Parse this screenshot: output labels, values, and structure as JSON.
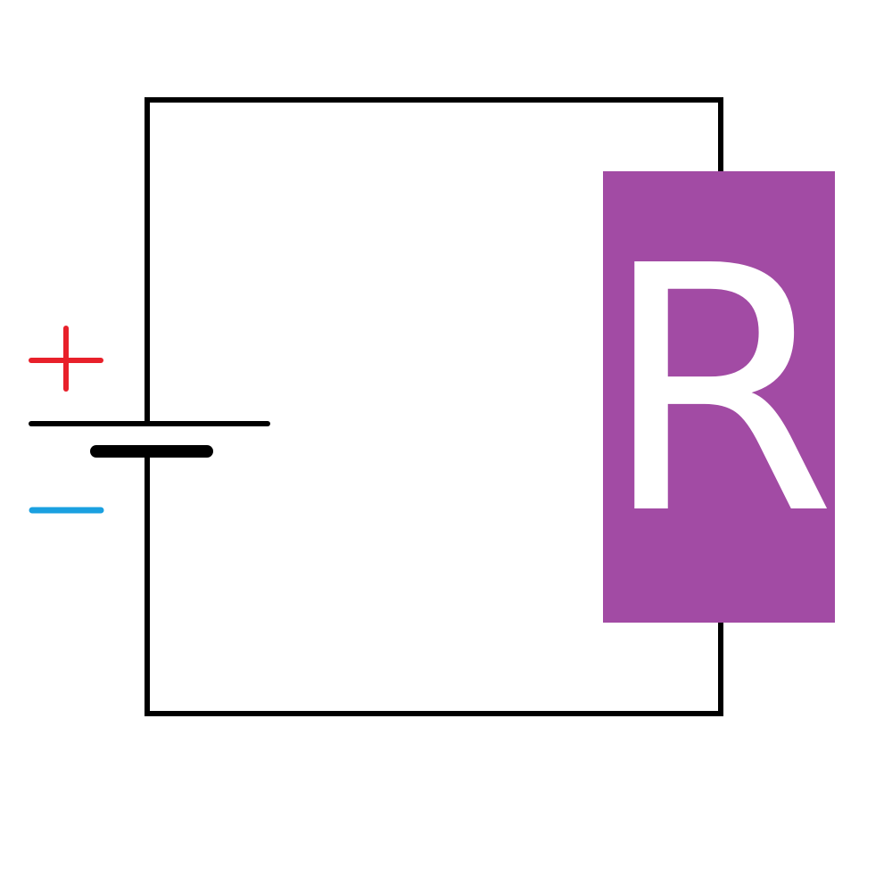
{
  "diagram": {
    "type": "circuit",
    "components": [
      {
        "kind": "battery",
        "positive_terminal": "top",
        "negative_terminal": "bottom"
      },
      {
        "kind": "resistor",
        "label": "R"
      }
    ],
    "battery": {
      "plus_sign": "+",
      "minus_sign": "−",
      "plus_color": "#e8202a",
      "minus_color": "#1aa0e0"
    },
    "resistor": {
      "label": "R",
      "fill_color": "#a24ba4",
      "label_color": "#ffffff"
    },
    "wire_color": "#000000",
    "background": "#ffffff"
  }
}
